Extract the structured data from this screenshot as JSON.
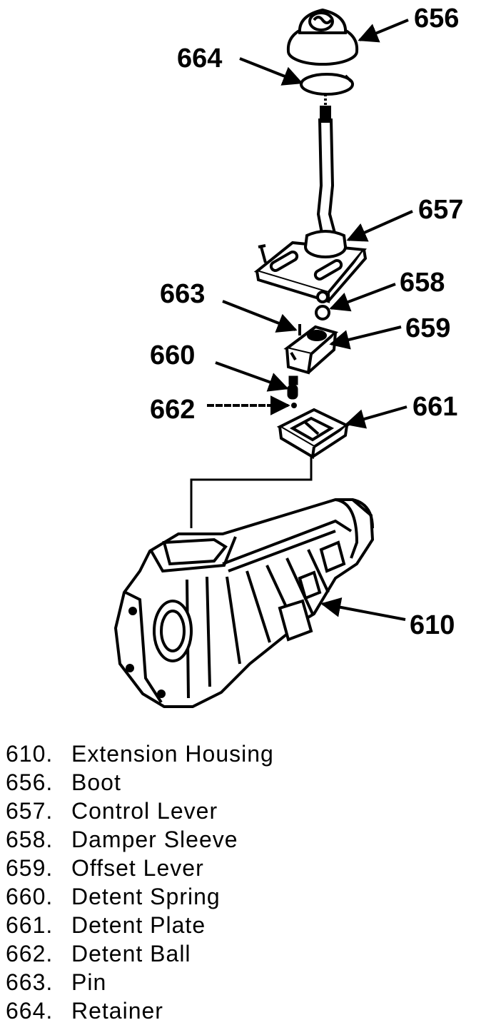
{
  "callouts": {
    "c656": "656",
    "c664": "664",
    "c657": "657",
    "c658": "658",
    "c663": "663",
    "c659": "659",
    "c660": "660",
    "c661": "661",
    "c662": "662",
    "c610": "610"
  },
  "legend": [
    {
      "number": "610.",
      "name": "Extension Housing"
    },
    {
      "number": "656.",
      "name": "Boot"
    },
    {
      "number": "657.",
      "name": "Control Lever"
    },
    {
      "number": "658.",
      "name": "Damper Sleeve"
    },
    {
      "number": "659.",
      "name": "Offset Lever"
    },
    {
      "number": "660.",
      "name": "Detent Spring"
    },
    {
      "number": "661.",
      "name": "Detent Plate"
    },
    {
      "number": "662.",
      "name": "Detent Ball"
    },
    {
      "number": "663.",
      "name": "Pin"
    },
    {
      "number": "664.",
      "name": "Retainer"
    }
  ],
  "colors": {
    "ink": "#000000",
    "paper": "#ffffff"
  }
}
